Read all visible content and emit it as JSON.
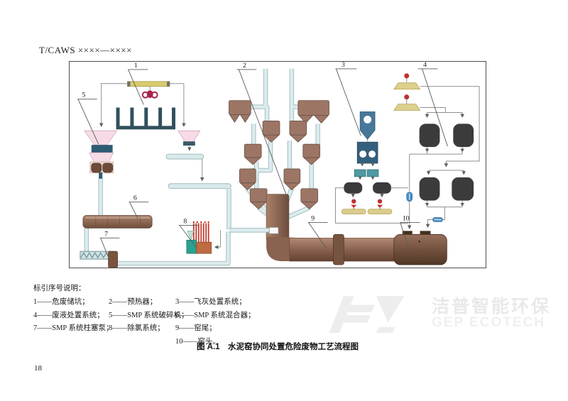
{
  "page": {
    "standard_number": "T/CAWS ××××—××××",
    "page_number": "18"
  },
  "diagram": {
    "labels": [
      "1",
      "2",
      "3",
      "4",
      "5",
      "6",
      "7",
      "8",
      "9",
      "10"
    ]
  },
  "legend": {
    "title": "标引序号说明：",
    "rows": [
      [
        "1——危废储坑；",
        "2——预热器；",
        "3——飞灰处置系统；"
      ],
      [
        "4——废液处置系统；",
        "5——SMP 系统破碎机；",
        "6——SMP 系统混合器；"
      ],
      [
        "7——SMP 系统柱塞泵；",
        "8——除氯系统；",
        "9——窑尾；"
      ],
      [
        "",
        "",
        "10——窑头。"
      ]
    ]
  },
  "caption": "图 A.1　水泥窑协同处置危险废物工艺流程图",
  "watermark": {
    "cn": "洁普智能环保",
    "en": "GEP ECOTECH"
  }
}
